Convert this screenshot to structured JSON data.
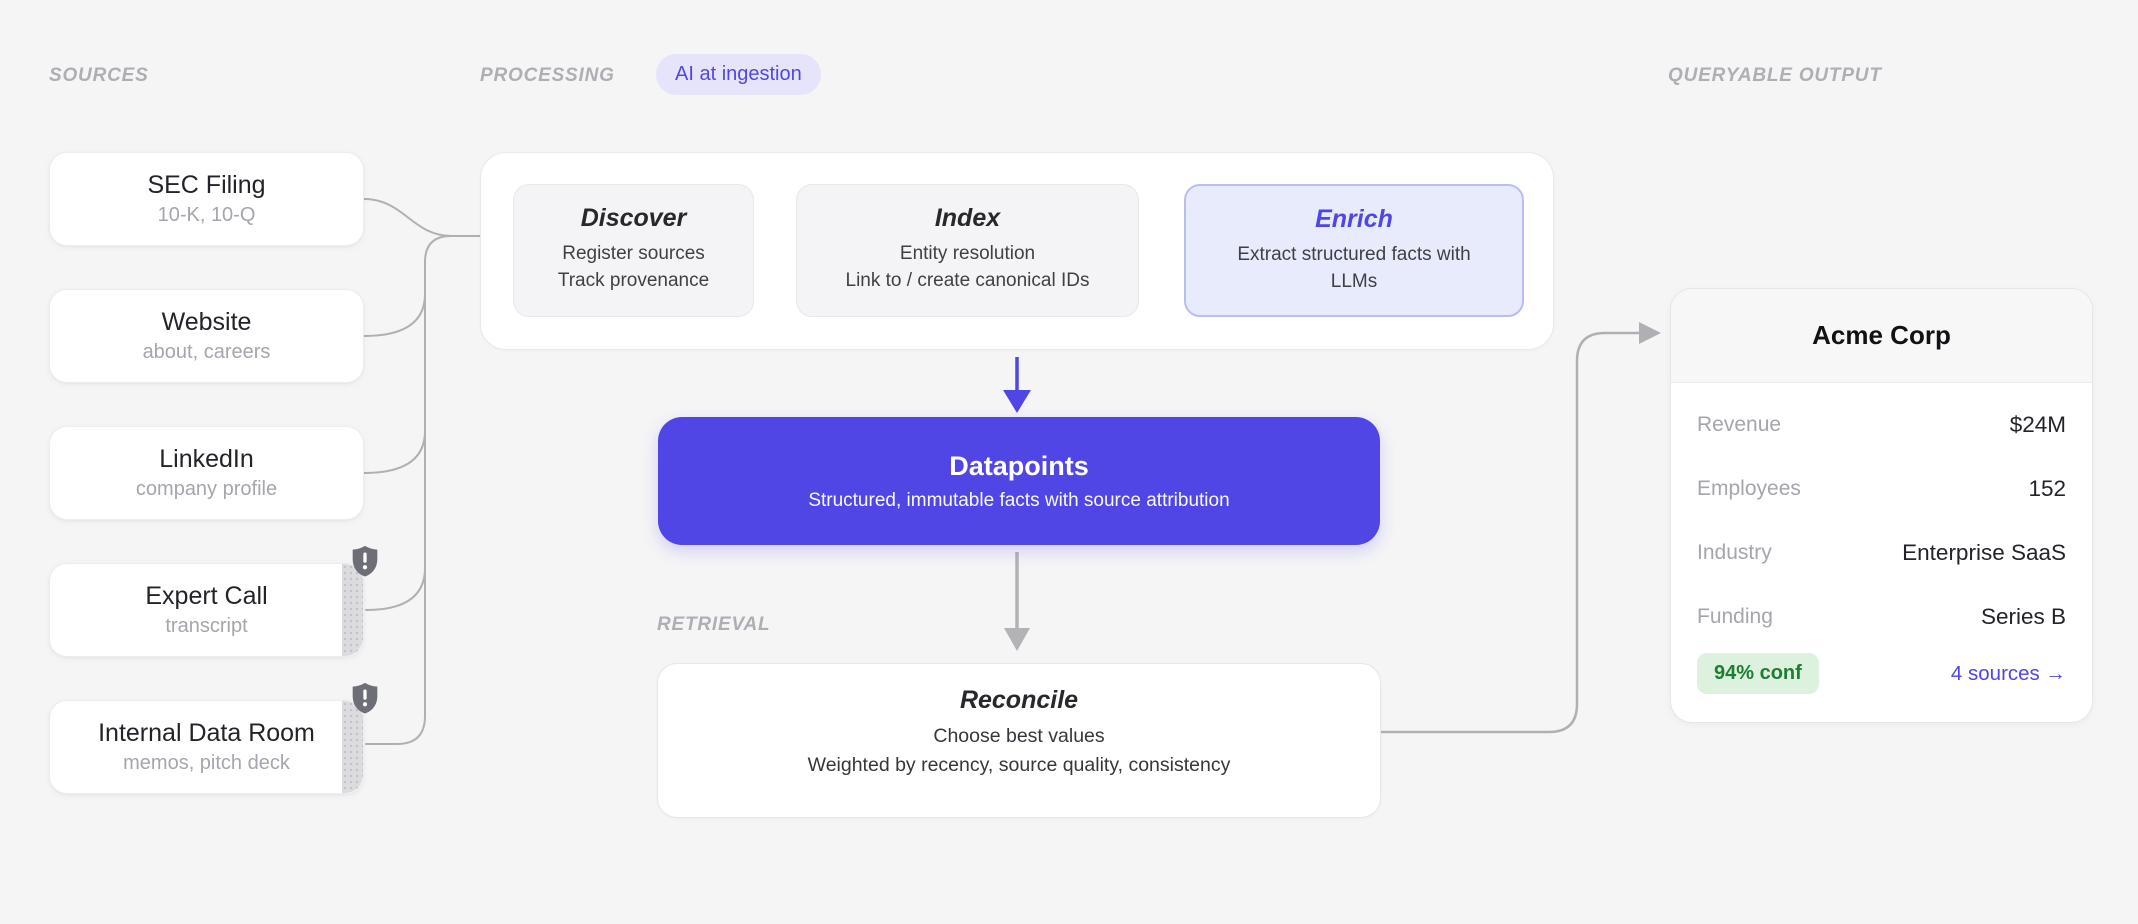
{
  "sections": {
    "sources_label": "SOURCES",
    "processing_label": "PROCESSING",
    "processing_badge": "AI at ingestion",
    "retrieval_label": "RETRIEVAL",
    "output_label": "QUERYABLE OUTPUT"
  },
  "sources": [
    {
      "title": "SEC Filing",
      "subtitle": "10-K, 10-Q",
      "restricted": false
    },
    {
      "title": "Website",
      "subtitle": "about, careers",
      "restricted": false
    },
    {
      "title": "LinkedIn",
      "subtitle": "company profile",
      "restricted": false
    },
    {
      "title": "Expert Call",
      "subtitle": "transcript",
      "restricted": true
    },
    {
      "title": "Internal Data Room",
      "subtitle": "memos, pitch deck",
      "restricted": true
    }
  ],
  "pipeline": {
    "stages": [
      {
        "title": "Discover",
        "lines": [
          "Register sources",
          "Track provenance"
        ],
        "highlighted": false
      },
      {
        "title": "Index",
        "lines": [
          "Entity resolution",
          "Link to / create canonical IDs"
        ],
        "highlighted": false
      },
      {
        "title": "Enrich",
        "lines": [
          "Extract structured facts with LLMs"
        ],
        "highlighted": true
      }
    ],
    "datapoints": {
      "title": "Datapoints",
      "subtitle": "Structured, immutable facts with source attribution"
    },
    "reconcile": {
      "title": "Reconcile",
      "lines": [
        "Choose best values",
        "Weighted by recency, source quality, consistency"
      ]
    }
  },
  "output_card": {
    "title": "Acme Corp",
    "rows": [
      {
        "label": "Revenue",
        "value": "$24M"
      },
      {
        "label": "Employees",
        "value": "152"
      },
      {
        "label": "Industry",
        "value": "Enterprise SaaS"
      },
      {
        "label": "Funding",
        "value": "Series B"
      }
    ],
    "confidence_badge": "94% conf",
    "sources_link": "4 sources →"
  },
  "icons": {
    "restricted_shield": "shield-alert-icon"
  },
  "colors": {
    "background": "#f5f5f6",
    "accent_purple": "#4f46e5",
    "accent_purple_light": "#e8ebfc",
    "badge_purple_bg": "#e5e4fb",
    "connector_gray": "#b0b0b4",
    "confidence_green_text": "#1e7e34",
    "confidence_green_bg": "#dcf2de",
    "muted_text": "#a5a5ad"
  }
}
